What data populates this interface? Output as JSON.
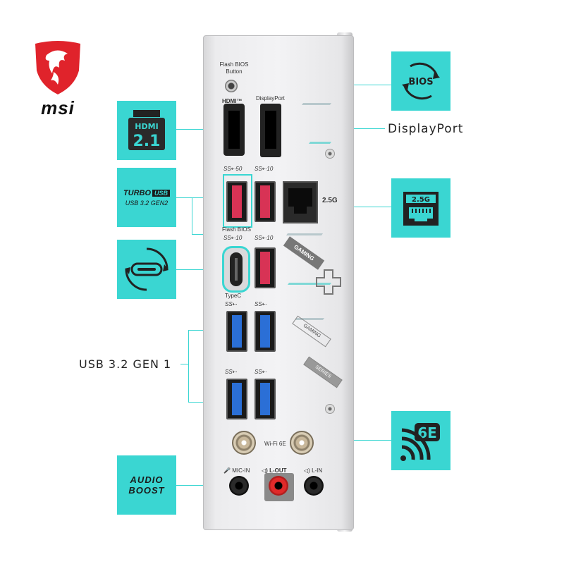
{
  "brand": {
    "name": "msi",
    "dragon_color": "#e0232b"
  },
  "colors": {
    "accent": "#3ad6d2",
    "usb_gen2": "#d83355",
    "usb_gen1": "#2b6fd6"
  },
  "panel": {
    "flash_bios_button_label": "Flash BIOS\nButton",
    "hdmi_label": "HDMI™",
    "displayport_label": "DisplayPort",
    "usb_speed_50": "SS⇠50",
    "usb_speed_10": "SS⇠10",
    "usb_speed_gen1": "SS⇠",
    "lan_label": "2.5G",
    "flash_bios_port_label": "Flash BIOS",
    "typec_label": "TypeC",
    "gaming_label": "GAMING",
    "gaming_series_1": "GAMING",
    "gaming_series_2": "SERIES",
    "wifi_label": "Wi-Fi 6E",
    "mic_in": "MIC-IN",
    "l_out": "L-OUT",
    "l_in": "L-IN"
  },
  "callouts": {
    "bios": {
      "text": "BIOS",
      "icon": "bios-refresh-icon"
    },
    "hdmi": {
      "line1": "HDMI",
      "line2": "2.1",
      "icon": "hdmi-icon"
    },
    "displayport": {
      "text": "DisplayPort"
    },
    "turbo_usb": {
      "line1": "TURBO",
      "line2": "USB",
      "line3": "USB 3.2 GEN2"
    },
    "lan": {
      "text": "2.5G",
      "icon": "ethernet-port-icon"
    },
    "typec": {
      "icon": "usb-typec-icon"
    },
    "usb_gen1": {
      "text": "USB 3.2 GEN 1"
    },
    "wifi": {
      "text": "6E",
      "icon": "wifi-6e-icon"
    },
    "audio": {
      "line1": "AUDIO",
      "line2": "BOOST"
    }
  }
}
